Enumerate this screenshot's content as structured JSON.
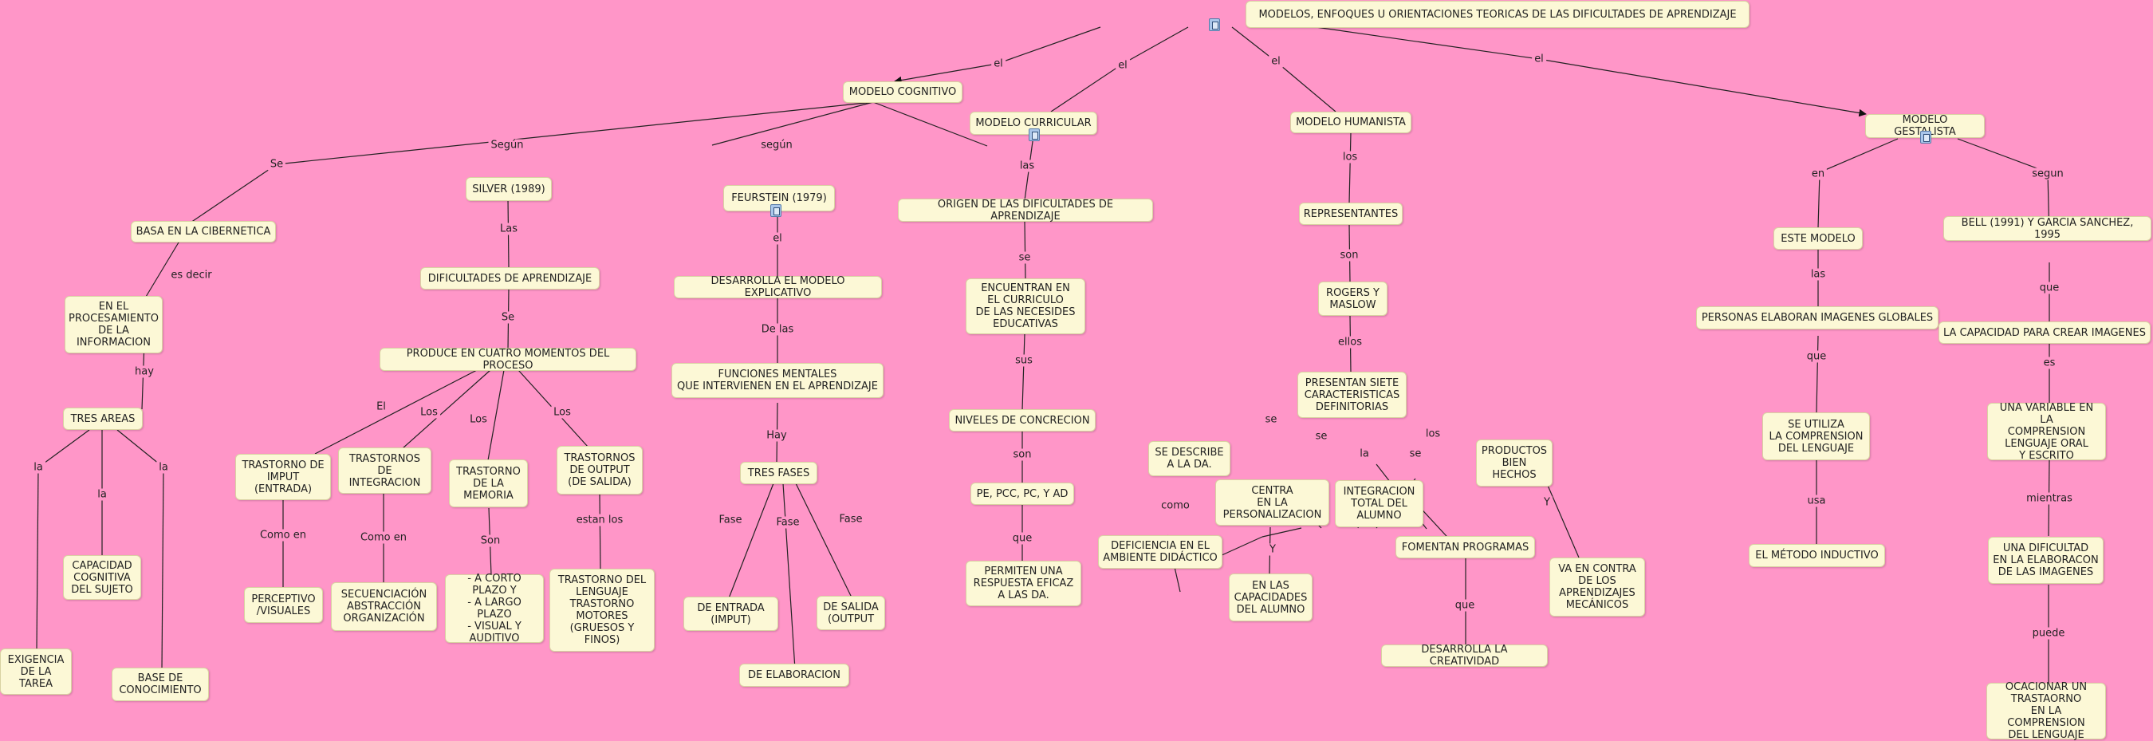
{
  "nodes": {
    "root": "MODELOS,  ENFOQUES U ORIENTACIONES TEORICAS DE LAS DIFICULTADES DE APRENDIZAJE",
    "cog": "MODELO COGNITIVO",
    "cur": "MODELO CURRICULAR",
    "hum": "MODELO HUMANISTA",
    "ges": "MODELO GESTALISTA",
    "basa": "BASA EN LA CIBERNETICA",
    "proc": "EN EL\nPROCESAMIENTO\nDE LA\nINFORMACION",
    "tres_areas": "TRES AREAS",
    "exig": "EXIGENCIA\nDE LA\nTAREA",
    "cap": "CAPACIDAD\nCOGNITIVA\nDEL SUJETO",
    "base": "BASE DE\nCONOCIMIENTO",
    "silver": "SILVER (1989)",
    "dif_apr": "DIFICULTADES DE APRENDIZAJE",
    "produce": "PRODUCE EN CUATRO MOMENTOS DEL PROCESO",
    "t_imput": "TRASTORNO DE\nIMPUT\n(ENTRADA)",
    "t_integ": "TRASTORNOS\nDE\nINTEGRACION",
    "t_mem": "TRASTORNO\nDE LA\nMEMORIA",
    "t_output": "TRASTORNOS\nDE OUTPUT\n(DE SALIDA)",
    "percep": "PERCEPTIVO\n/VISUALES",
    "secuen": "SECUENCIACIÓN\nABSTRACCIÓN\nORGANIZACIÓN",
    "corto": "- A CORTO\nPLAZO Y\n- A LARGO PLAZO\n- VISUAL Y\nAUDITIVO",
    "t_leng": "TRASTORNO DEL\nLENGUAJE\nTRASTORNO\nMOTORES\n(GRUESOS Y\nFINOS)",
    "feur": "FEURSTEIN (1979)",
    "desarrolla": "DESARROLLA EL MODELO EXPLICATIVO",
    "funciones": "FUNCIONES MENTALES\nQUE INTERVIENEN EN EL APRENDIZAJE",
    "tres_fases": "TRES FASES",
    "entrada": "DE ENTRADA\n(IMPUT)",
    "elab": "DE ELABORACION",
    "salida": "DE SALIDA\n(OUTPUT",
    "origen": "ORIGEN DE LAS DIFICULTADES DE APRENDIZAJE",
    "encuentran": "ENCUENTRAN EN\nEL CURRICULO\nDE LAS NECESIDES\nEDUCATIVAS",
    "niveles": "NIVELES DE CONCRECION",
    "pe": "PE, PCC, PC, Y AD",
    "permiten": "PERMITEN UNA\nRESPUESTA EFICAZ\nA LAS DA.",
    "repres": "REPRESENTANTES",
    "rogers": "ROGERS Y\nMASLOW",
    "presentan": "PRESENTAN SIETE\nCARACTERISTICAS\nDEFINITORIAS",
    "describe": "SE DESCRIBE\nA LA DA.",
    "deficiencia": "DEFICIENCIA EN EL\nAMBIENTE DIDÁCTICO",
    "centra": "CENTRA\nEN LA\nPERSONALIZACION",
    "capacidades": "EN LAS\nCAPACIDADES\nDEL ALUMNO",
    "integracion": "INTEGRACION\nTOTAL DEL\nALUMNO",
    "fomentan": "FOMENTAN PROGRAMAS",
    "creatividad": "DESARROLLA LA CREATIVIDAD",
    "productos": "PRODUCTOS\nBIEN\nHECHOS",
    "va_contra": "VA EN CONTRA\nDE  LOS\nAPRENDIZAJES\nMECÁNICOS",
    "este": "ESTE MODELO",
    "personas": "PERSONAS ELABORAN IMAGENES GLOBALES",
    "utiliza": "SE UTILIZA\nLA COMPRENSION\nDEL LENGUAJE",
    "metodo": "EL MÉTODO INDUCTIVO",
    "bell": "BELL (1991) Y GARCIA SANCHEZ, 1995",
    "capacidad": "LA CAPACIDAD PARA CREAR IMAGENES",
    "variable": "UNA VARIABLE EN LA\nCOMPRENSION\nLENGUAJE ORAL\nY ESCRITO",
    "dificultad": "UNA DIFICULTAD\nEN LA ELABORACON\nDE LAS IMAGENES",
    "ocacionar": "OCACIONAR UN\nTRASTAORNO\nEN LA COMPRENSION\nDEL LENGUAJE"
  },
  "links": {
    "el1": "el",
    "el2": "el",
    "el3": "el",
    "el4": "el",
    "se1": "Se",
    "segun1": "Según",
    "segun2": "según",
    "es_decir": "es decir",
    "hay1": "hay",
    "la1": "la",
    "la2": "la",
    "la3": "la",
    "las1": "Las",
    "se2": "Se",
    "el5": "El",
    "los1": "Los",
    "los2": "Los",
    "los3": "Los",
    "como_en1": "Como en",
    "como_en2": "Como en",
    "son1": "Son",
    "estan_los": "estan los",
    "el6": "el",
    "de_las": "De las",
    "hay2": "Hay",
    "fase1": "Fase",
    "fase2": "Fase",
    "fase3": "Fase",
    "las2": "las",
    "se3": "se",
    "sus": "sus",
    "son2": "son",
    "que1": "que",
    "los4": "los",
    "son3": "son",
    "ellos": "ellos",
    "se4": "se",
    "se5": "se",
    "la4": "la",
    "se6": "se",
    "los5": "los",
    "como": "como",
    "y1": "Y",
    "que2": "que",
    "y2": "Y",
    "en": "en",
    "las3": "las",
    "que3": "que",
    "usa": "usa",
    "segun3": "segun",
    "que4": "que",
    "es": "es",
    "mientras": "mientras",
    "puede": "puede"
  }
}
